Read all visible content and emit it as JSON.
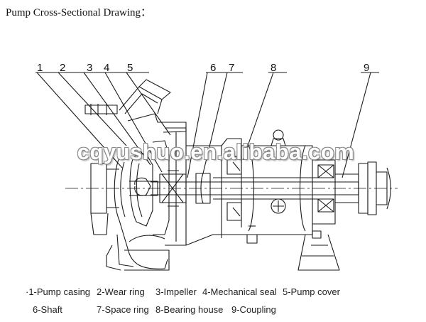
{
  "title": "Pump Cross-Sectional Drawing：",
  "watermark": "cqyushuo.en.alibaba.com",
  "callouts": [
    "1",
    "2",
    "3",
    "4",
    "5",
    "6",
    "7",
    "8",
    "9"
  ],
  "legend": {
    "row1": [
      "·1-Pump casing",
      "2-Wear ring",
      "3-Impeller",
      "4-Mechanical seal",
      "5-Pump cover"
    ],
    "row2": [
      "6-Shaft",
      "7-Space ring",
      "8-Bearing house",
      "9-Coupling"
    ]
  },
  "colors": {
    "line": "#1a1a1a",
    "background": "#ffffff"
  }
}
